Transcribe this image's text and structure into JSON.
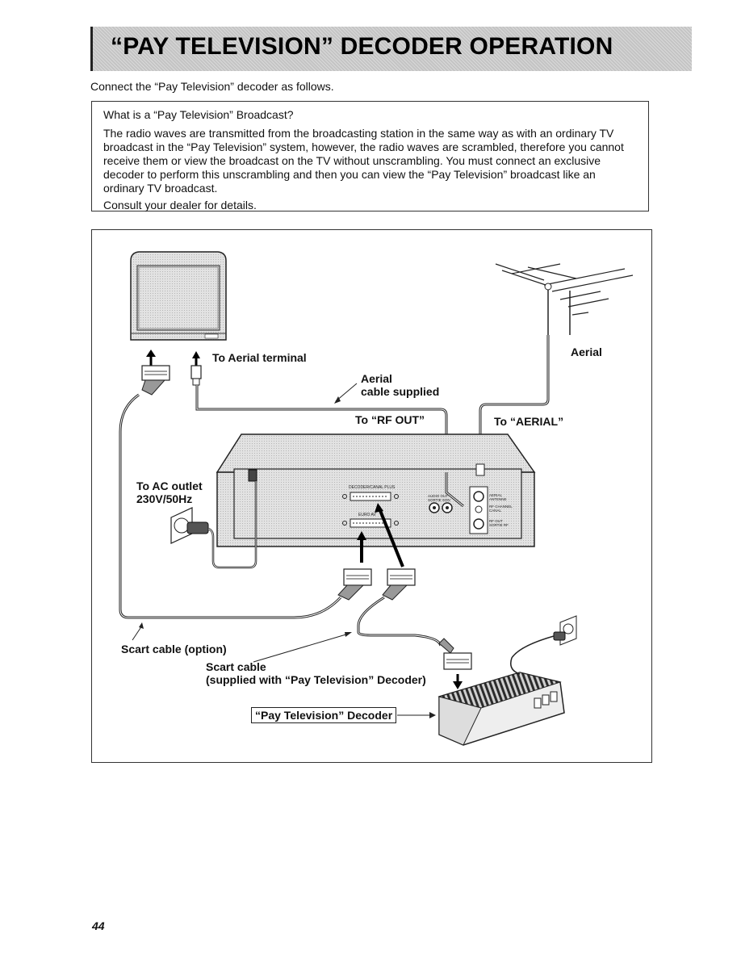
{
  "page": {
    "title": "“PAY TELEVISION” DECODER OPERATION",
    "intro": "Connect the “Pay Television” decoder as follows.",
    "page_number": "44"
  },
  "info_box": {
    "question": "What is a “Pay Television” Broadcast?",
    "body": "The radio waves are transmitted from the broadcasting station in the same way as with an ordinary TV broadcast in the “Pay Television” system, however, the radio waves are scrambled, therefore you cannot receive them or view the broadcast on the TV without unscrambling. You must connect an exclusive decoder to perform this unscrambling and then you can view the “Pay Television” broadcast like an ordinary TV broadcast.",
    "consult": "Consult your dealer for details."
  },
  "diagram": {
    "to_aerial_terminal": "To Aerial terminal",
    "aerial": "Aerial",
    "aerial_cable_line1": "Aerial",
    "aerial_cable_line2": "cable supplied",
    "to_rf_out": "To “RF OUT”",
    "to_aerial_input": "To “AERIAL”",
    "ac_outlet_line1": "To AC outlet",
    "ac_outlet_line2": "230V/50Hz",
    "scart_option": "Scart cable (option)",
    "scart_supplied_line1": "Scart cable",
    "scart_supplied_line2": "(supplied with “Pay Television” Decoder)",
    "decoder_label": "“Pay Television” Decoder",
    "panel_decoder": "DECODER/CANAL PLUS",
    "panel_euro": "EURO AV",
    "panel_audio_out": "AUDIO OUT",
    "panel_sortie_son": "SORTIE SON",
    "panel_aerial": "AERIAL",
    "panel_antenne": "ANTENNE",
    "panel_rf_channel": "RF CHANNEL",
    "panel_canal": "CANAL",
    "panel_rf_out": "RF OUT",
    "panel_sortie_rf": "SORTIE RF"
  }
}
